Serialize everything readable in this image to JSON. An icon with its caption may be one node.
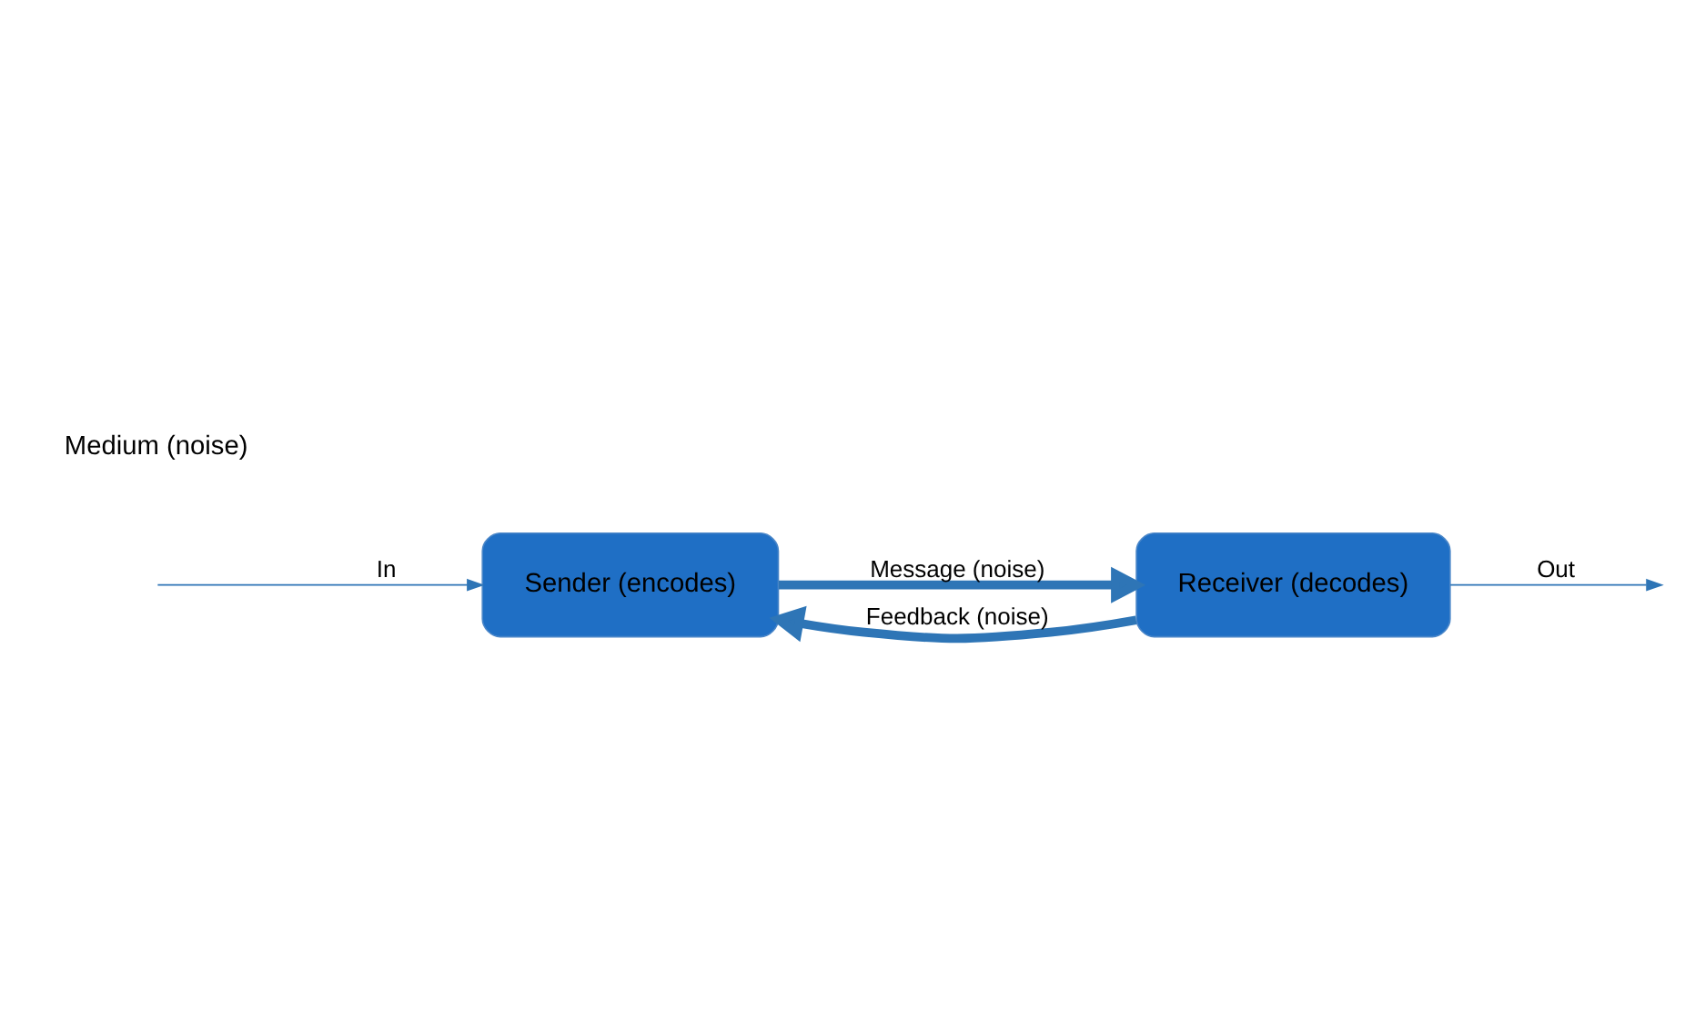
{
  "diagram": {
    "nodes": [
      {
        "text": [
          "Sender (encodes)"
        ]
      },
      {
        "text": [
          "Receiver (decodes)"
        ]
      }
    ],
    "edges": [
      {
        "from": null,
        "to": 0,
        "arrow": "to",
        "label": "In"
      },
      {
        "from": 0,
        "to": 1,
        "arrow": "to",
        "label": "Message (noise)",
        "style": "thick"
      },
      {
        "from": 1,
        "to": 0,
        "arrow": "to",
        "label": "Feedback (noise)",
        "style": "thick"
      },
      {
        "from": 1,
        "to": null,
        "arrow": "to",
        "label": "Out"
      }
    ],
    "labels": [
      "Medium (noise)"
    ]
  }
}
